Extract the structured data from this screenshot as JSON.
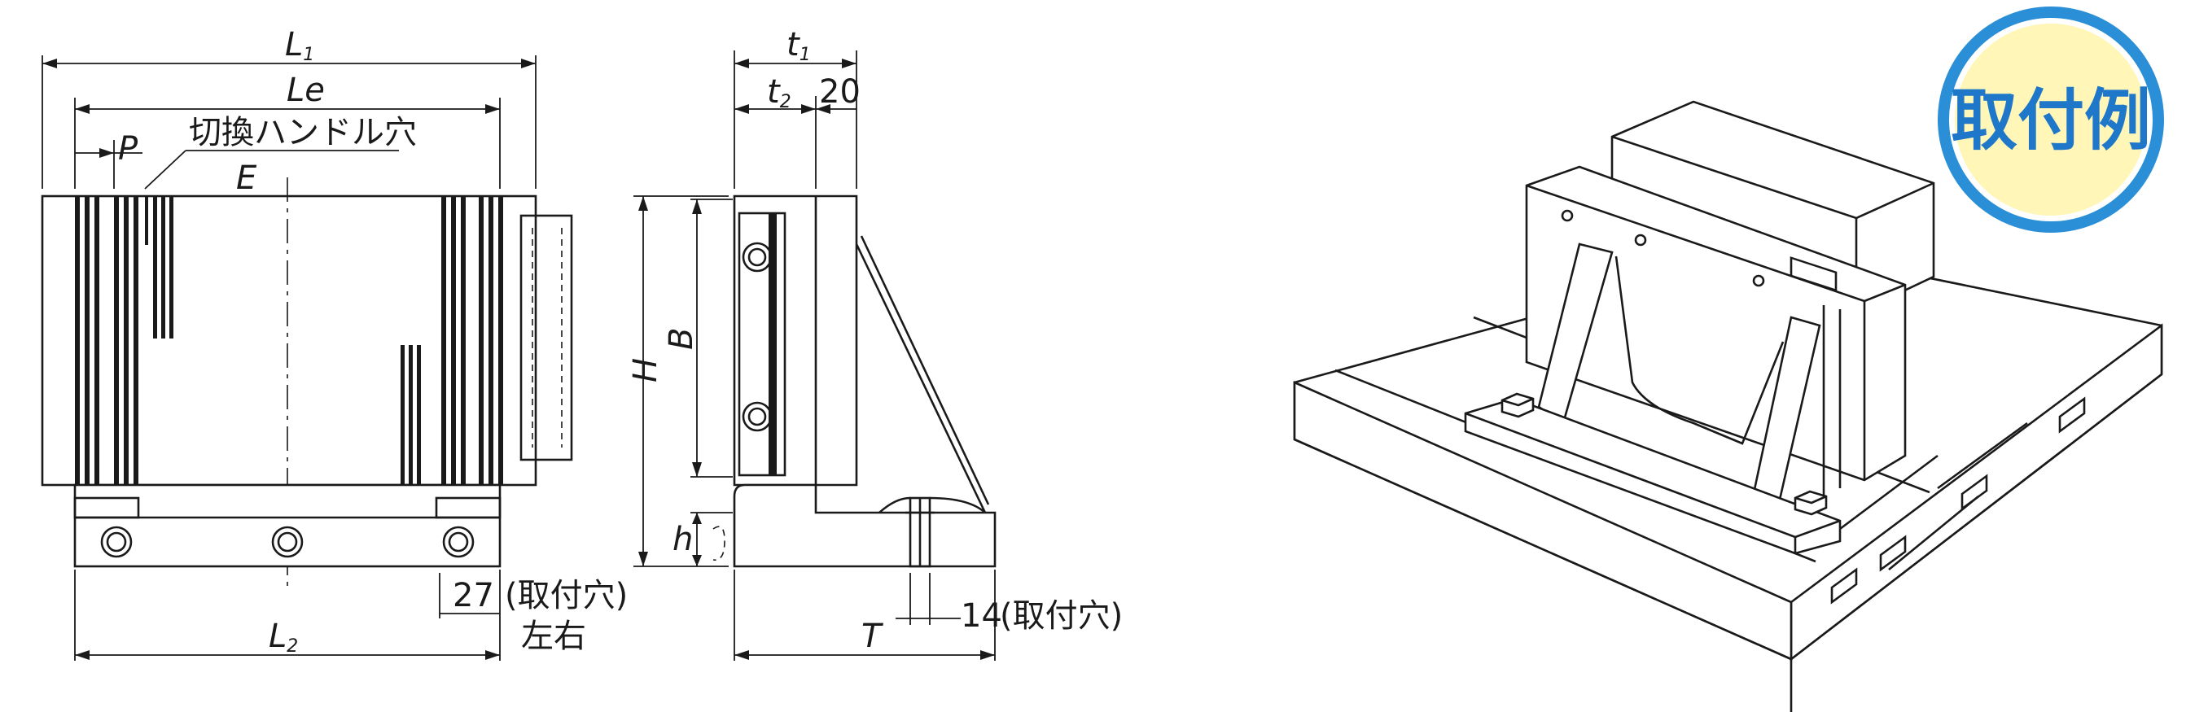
{
  "dimensions": {
    "L1": "L",
    "L1_sub": "1",
    "Le": "Le",
    "P": "P",
    "E": "E",
    "handle_hole": "切換ハンドル穴",
    "L2": "L",
    "L2_sub": "2",
    "mount_27": "27",
    "mount_27_note": "(取付穴)",
    "left_right": "左右",
    "t1": "t",
    "t1_sub": "1",
    "t2": "t",
    "t2_sub": "2",
    "dim_20": "20",
    "H": "H",
    "B": "B",
    "h": "h",
    "T": "T",
    "mount_14": "14",
    "mount_14_note": "(取付穴)"
  },
  "badge": {
    "label": "取付例"
  },
  "colors": {
    "badge_ring": "#2a8fd6",
    "badge_fill": "#fff6b8",
    "badge_text": "#1e77c9",
    "line": "#1a1a1a"
  }
}
